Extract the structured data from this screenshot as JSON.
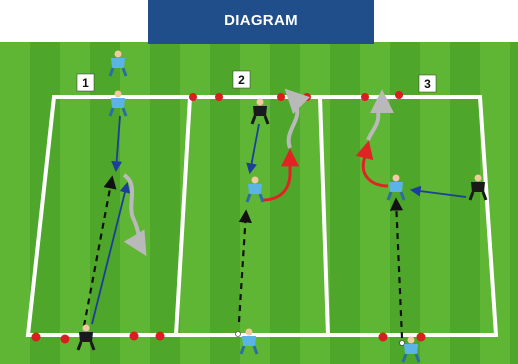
{
  "header": {
    "title": "DIAGRAM"
  },
  "zones": [
    {
      "label": "1"
    },
    {
      "label": "2"
    },
    {
      "label": "3"
    }
  ],
  "colors": {
    "header_bg": "#1f4e8a",
    "grass_light": "#5fb534",
    "grass_dark": "#4ea62a",
    "line_white": "#ffffff",
    "player_blue": "#5ab4e6",
    "player_black": "#1a1a1a",
    "cone_red": "#d81e1e",
    "pass_blue": "#1b3f9a",
    "run_red": "#e02424",
    "run_grey": "#b9b9b9",
    "dribble_black": "#111111"
  },
  "icons": {
    "player": "player-figure-icon",
    "cone": "cone-marker-icon",
    "arrow": "arrow-head-icon"
  }
}
